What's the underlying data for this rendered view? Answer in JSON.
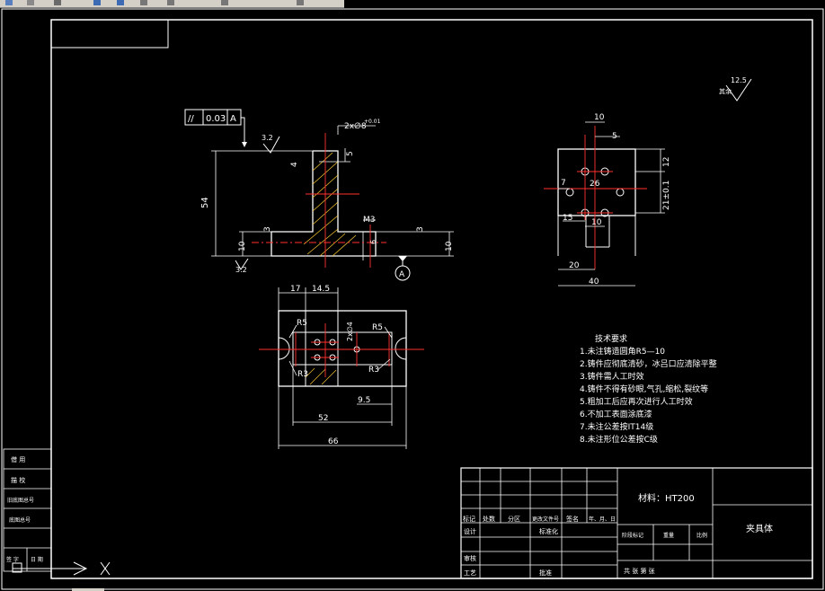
{
  "toolbar": {
    "icons": [
      "open-icon",
      "save-icon",
      "print-icon",
      "undo-icon",
      "redo-icon",
      "zoom-icon",
      "pan-icon",
      "properties-icon",
      "layer-icon"
    ]
  },
  "drawing": {
    "roughness_corner": {
      "value": "12.5",
      "label": "其余"
    },
    "front_view": {
      "parallelism": {
        "symbol": "//",
        "tolerance": "0.03",
        "datum": "A"
      },
      "hole_note": "2x∅8",
      "hole_tol": "+0.01",
      "roughness_top": "3.2",
      "roughness_bottom": "3.2",
      "dim_height": "54",
      "dim_base": "10",
      "dim_base_right": "10",
      "dim_3_left": "3",
      "dim_3_right": "3",
      "dim_4": "4",
      "dim_5": "5",
      "thread": "M3",
      "dim_6": "6",
      "datum_label": "A"
    },
    "side_view": {
      "dim_10_top": "10",
      "dim_5": "5",
      "dim_12": "12",
      "dim_26": "26",
      "dim_7": "7",
      "dim_21": "21±0.1",
      "dim_15": "15",
      "dim_10_bottom": "10",
      "dim_20": "20",
      "dim_40": "40"
    },
    "top_view": {
      "dim_17": "17",
      "dim_14_5": "14.5",
      "r5_left": "R5",
      "r5_right": "R5",
      "r3_left": "R3",
      "r3_right": "R3",
      "dim_2x4": "2x∅4",
      "dim_9_5": "9.5",
      "dim_52": "52",
      "dim_66": "66"
    },
    "tech_requirements": {
      "title": "技术要求",
      "items": [
        "1.未注铸造圆角R5—10",
        "2.铸件应彻底清砂，冰吕口应清除平整",
        "3.铸件需人工时效",
        "4.铸件不得有砂眼,气孔,缩松,裂纹等",
        "5.粗加工后应再次进行人工时效",
        "6.不加工表面涂底漆",
        "7.未注公差按IT14级",
        "8.未注形位公差按C级"
      ]
    },
    "title_block": {
      "material": "材料：HT200",
      "part_name": "夹具体",
      "headers": [
        "标记",
        "处数",
        "分区",
        "更改文件号",
        "签名",
        "年、月、日"
      ],
      "design": "设计",
      "standardize": "标准化",
      "stage": "阶段标记",
      "weight": "重量",
      "scale": "比例",
      "review": "审核",
      "process": "工艺",
      "approve": "批准",
      "sheet": "共  张  第  张"
    },
    "side_block": {
      "rows": [
        "借  用",
        "描  校",
        "旧底图总号",
        "底图总号",
        "签  字",
        "日  期"
      ]
    }
  }
}
